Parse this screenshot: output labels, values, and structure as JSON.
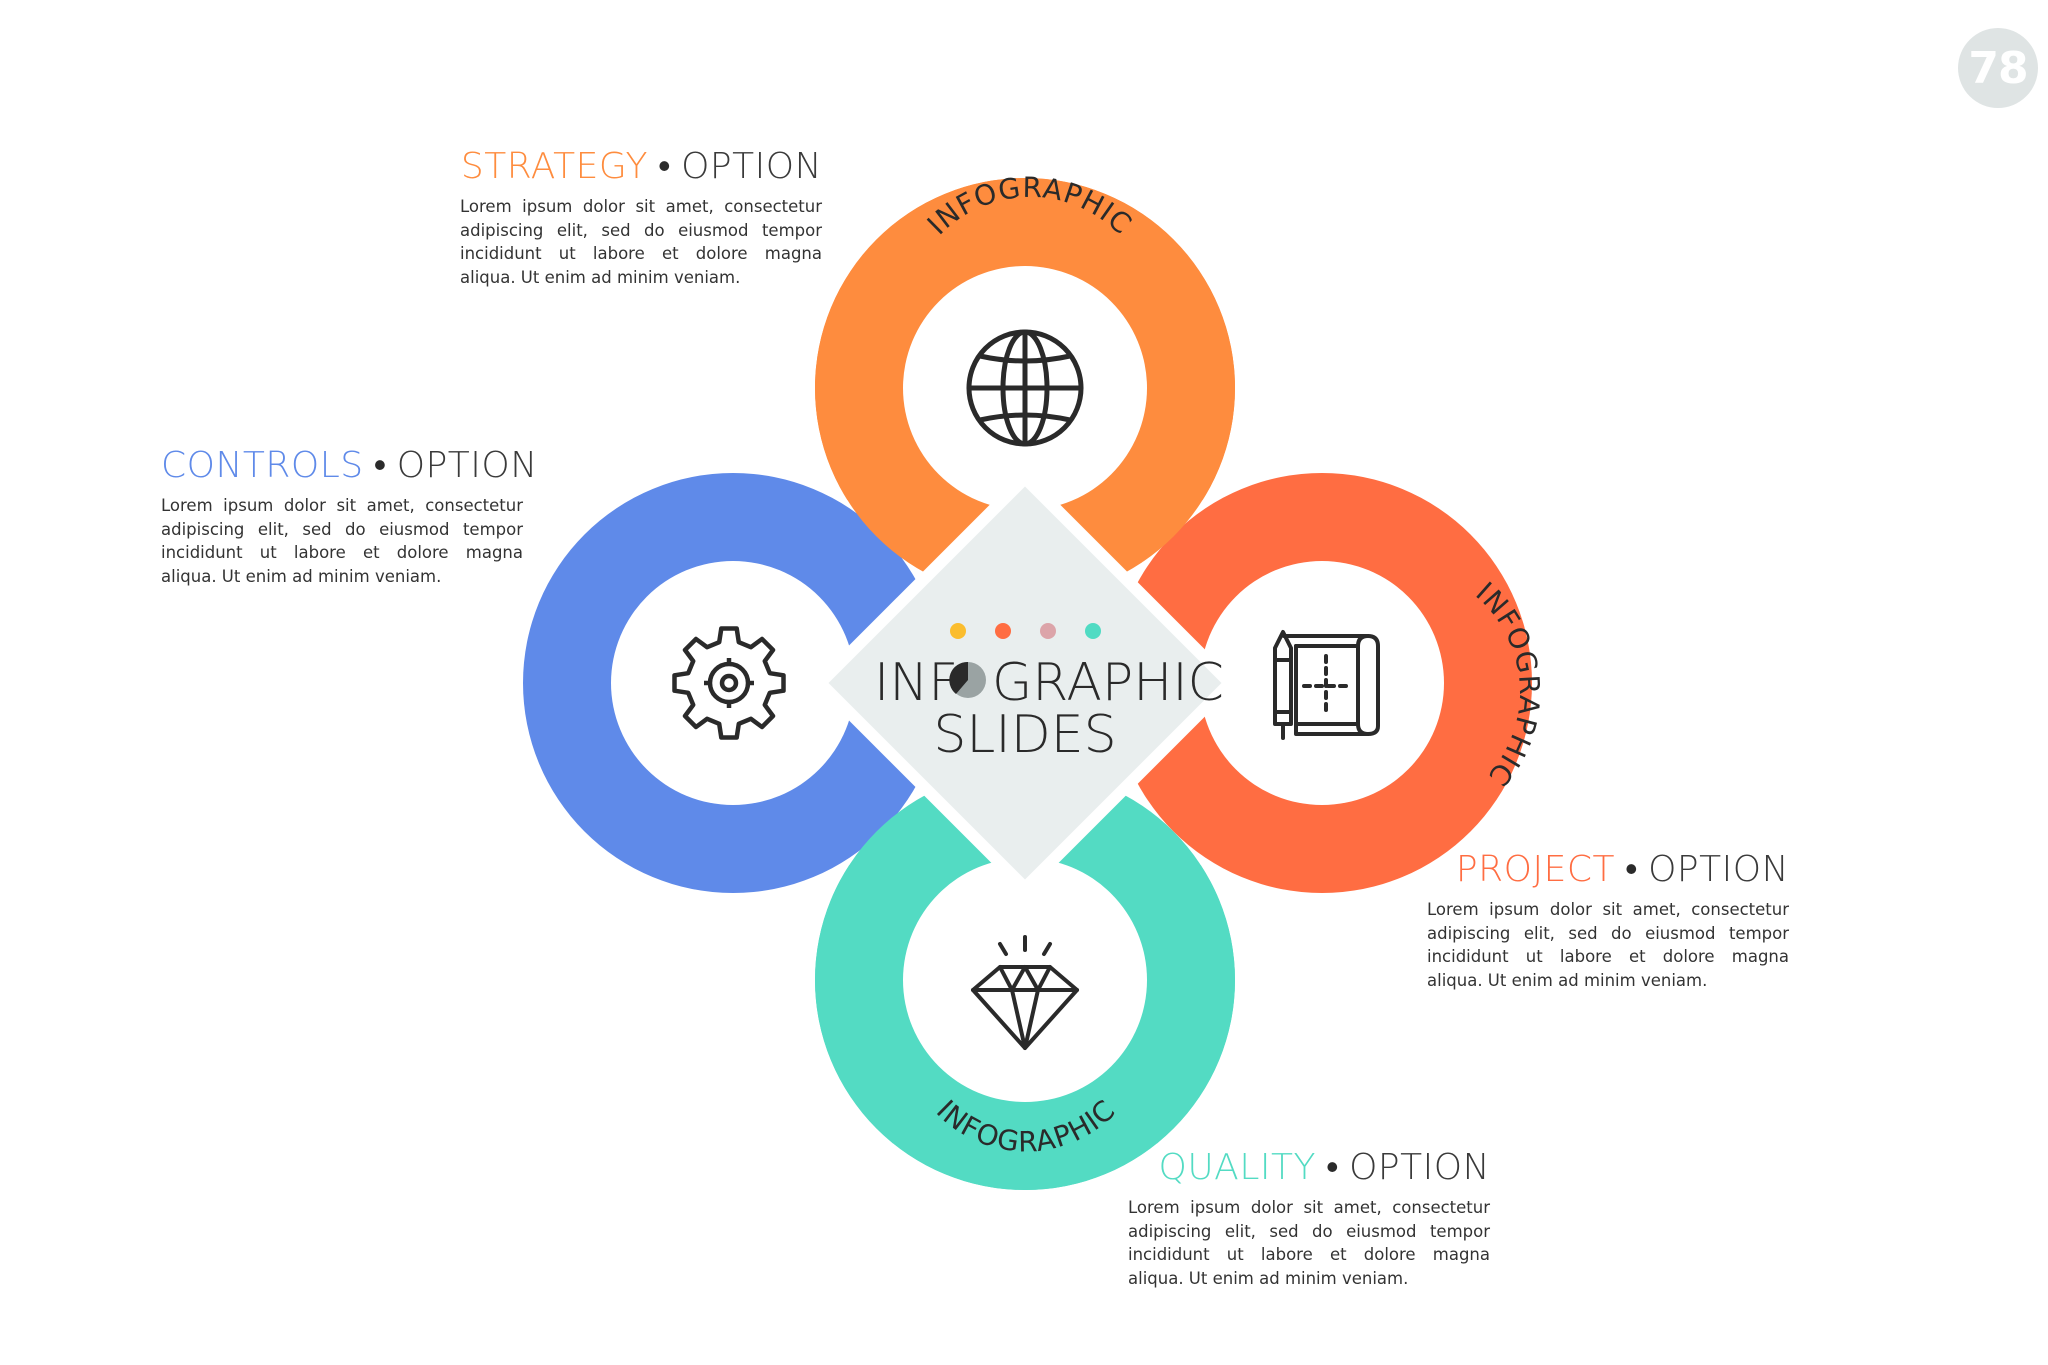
{
  "page_number": "78",
  "center": {
    "line1_a": "INF",
    "line1_b": "GRAPHIC",
    "line2": "SLIDES",
    "dot_colors": [
      "#fbbd2e",
      "#ff6d42",
      "#dca4a9",
      "#50dbc3"
    ]
  },
  "rings": {
    "top": {
      "label": "INFOGRAPHIC",
      "color": "#fe8c3e",
      "icon": "globe-icon"
    },
    "left": {
      "label": "INFOGRAPHIC",
      "color": "#5f8ae9",
      "icon": "gear-icon"
    },
    "right": {
      "label": "INFOGRAPHIC",
      "color": "#ff6d42",
      "icon": "blueprint-icon"
    },
    "bottom": {
      "label": "INFOGRAPHIC",
      "color": "#53dbc3",
      "icon": "diamond-icon"
    }
  },
  "colors": {
    "diamond_fill": "#e9eeee",
    "icon_stroke": "#2a2a2a"
  },
  "blocks": {
    "strategy": {
      "title": "STRATEGY",
      "bullet": "•",
      "option": "OPTION",
      "color": "#fe8c3e",
      "body": "Lorem ipsum dolor sit amet, consectetur adipiscing elit, sed do eiusmod tempor incididunt ut labore et dolore magna aliqua. Ut enim ad minim veniam."
    },
    "controls": {
      "title": "CONTROLS",
      "bullet": "•",
      "option": "OPTION",
      "color": "#5f8ae9",
      "body": "Lorem ipsum dolor sit amet, consectetur adipiscing elit, sed do eiusmod tempor incididunt ut labore et dolore magna aliqua. Ut enim ad minim veniam."
    },
    "project": {
      "title": "PROJECT",
      "bullet": "•",
      "option": "OPTION",
      "color": "#ff6d42",
      "body": "Lorem ipsum dolor sit amet, consectetur adipiscing elit, sed do eiusmod tempor incididunt ut labore et dolore magna aliqua. Ut enim ad minim veniam."
    },
    "quality": {
      "title": "QUALITY",
      "bullet": "•",
      "option": "OPTION",
      "color": "#53dbc3",
      "body": "Lorem ipsum dolor sit amet, consectetur adipiscing elit, sed do eiusmod tempor incididunt ut labore et dolore magna aliqua. Ut enim ad minim veniam."
    }
  }
}
